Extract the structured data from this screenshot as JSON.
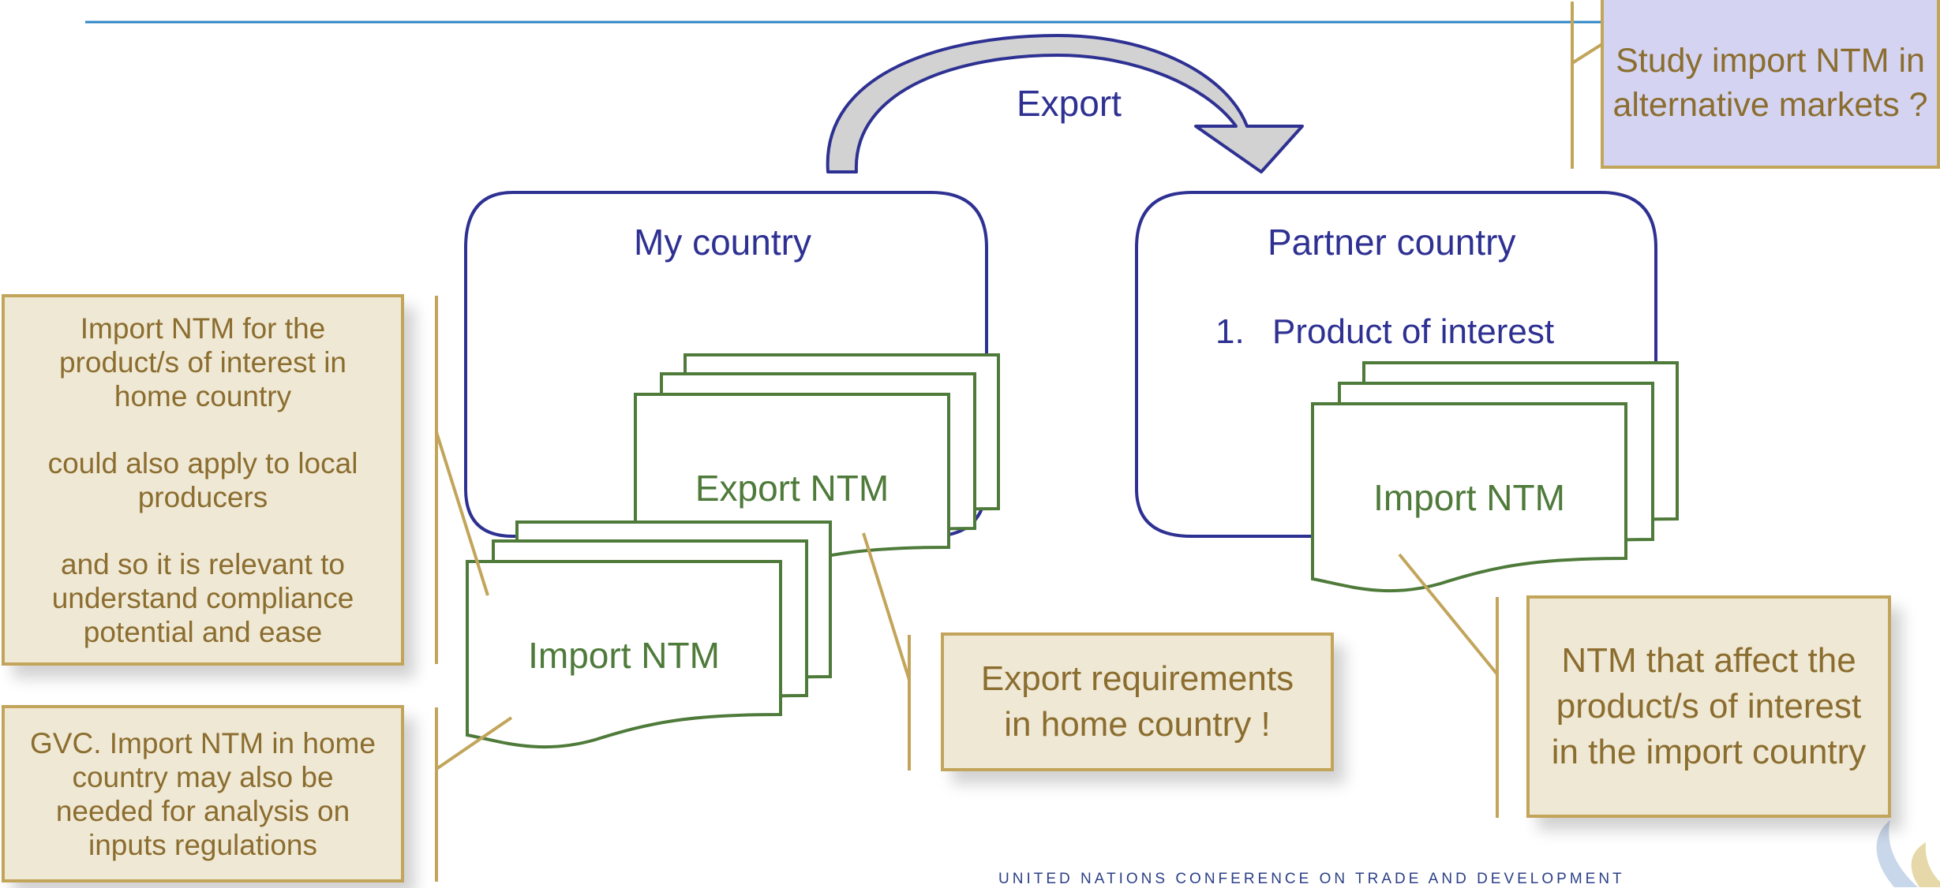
{
  "export_label": "Export",
  "my_country": {
    "title": "My country"
  },
  "partner_country": {
    "title": "Partner country",
    "list_number": "1.",
    "list_item": "Product of interest"
  },
  "docs": {
    "export_ntm": "Export NTM",
    "import_ntm_home": "Import NTM",
    "import_ntm_partner": "Import NTM"
  },
  "callouts": {
    "alternative_markets": "Study import NTM in alternative markets ?",
    "home_import": {
      "line1": "Import NTM for the product/s of interest in home country",
      "line2": "could also apply to local producers",
      "line3": "and so it is relevant to understand compliance potential and ease"
    },
    "gvc": "GVC. Import NTM in home country may also be needed for analysis on inputs regulations",
    "export_requirements": "Export requirements in home country !",
    "partner_import": "NTM that affect the product/s of interest in the import country"
  },
  "footer": "UNITED NATIONS CONFERENCE ON TRADE AND DEVELOPMENT",
  "colors": {
    "blue": "#2e3192",
    "green": "#4e7a3a",
    "callout_fill": "#efe8d4",
    "callout_border": "#c2a55a",
    "callout_text": "#8b6d2f",
    "lavender": "#d4d4f2"
  }
}
